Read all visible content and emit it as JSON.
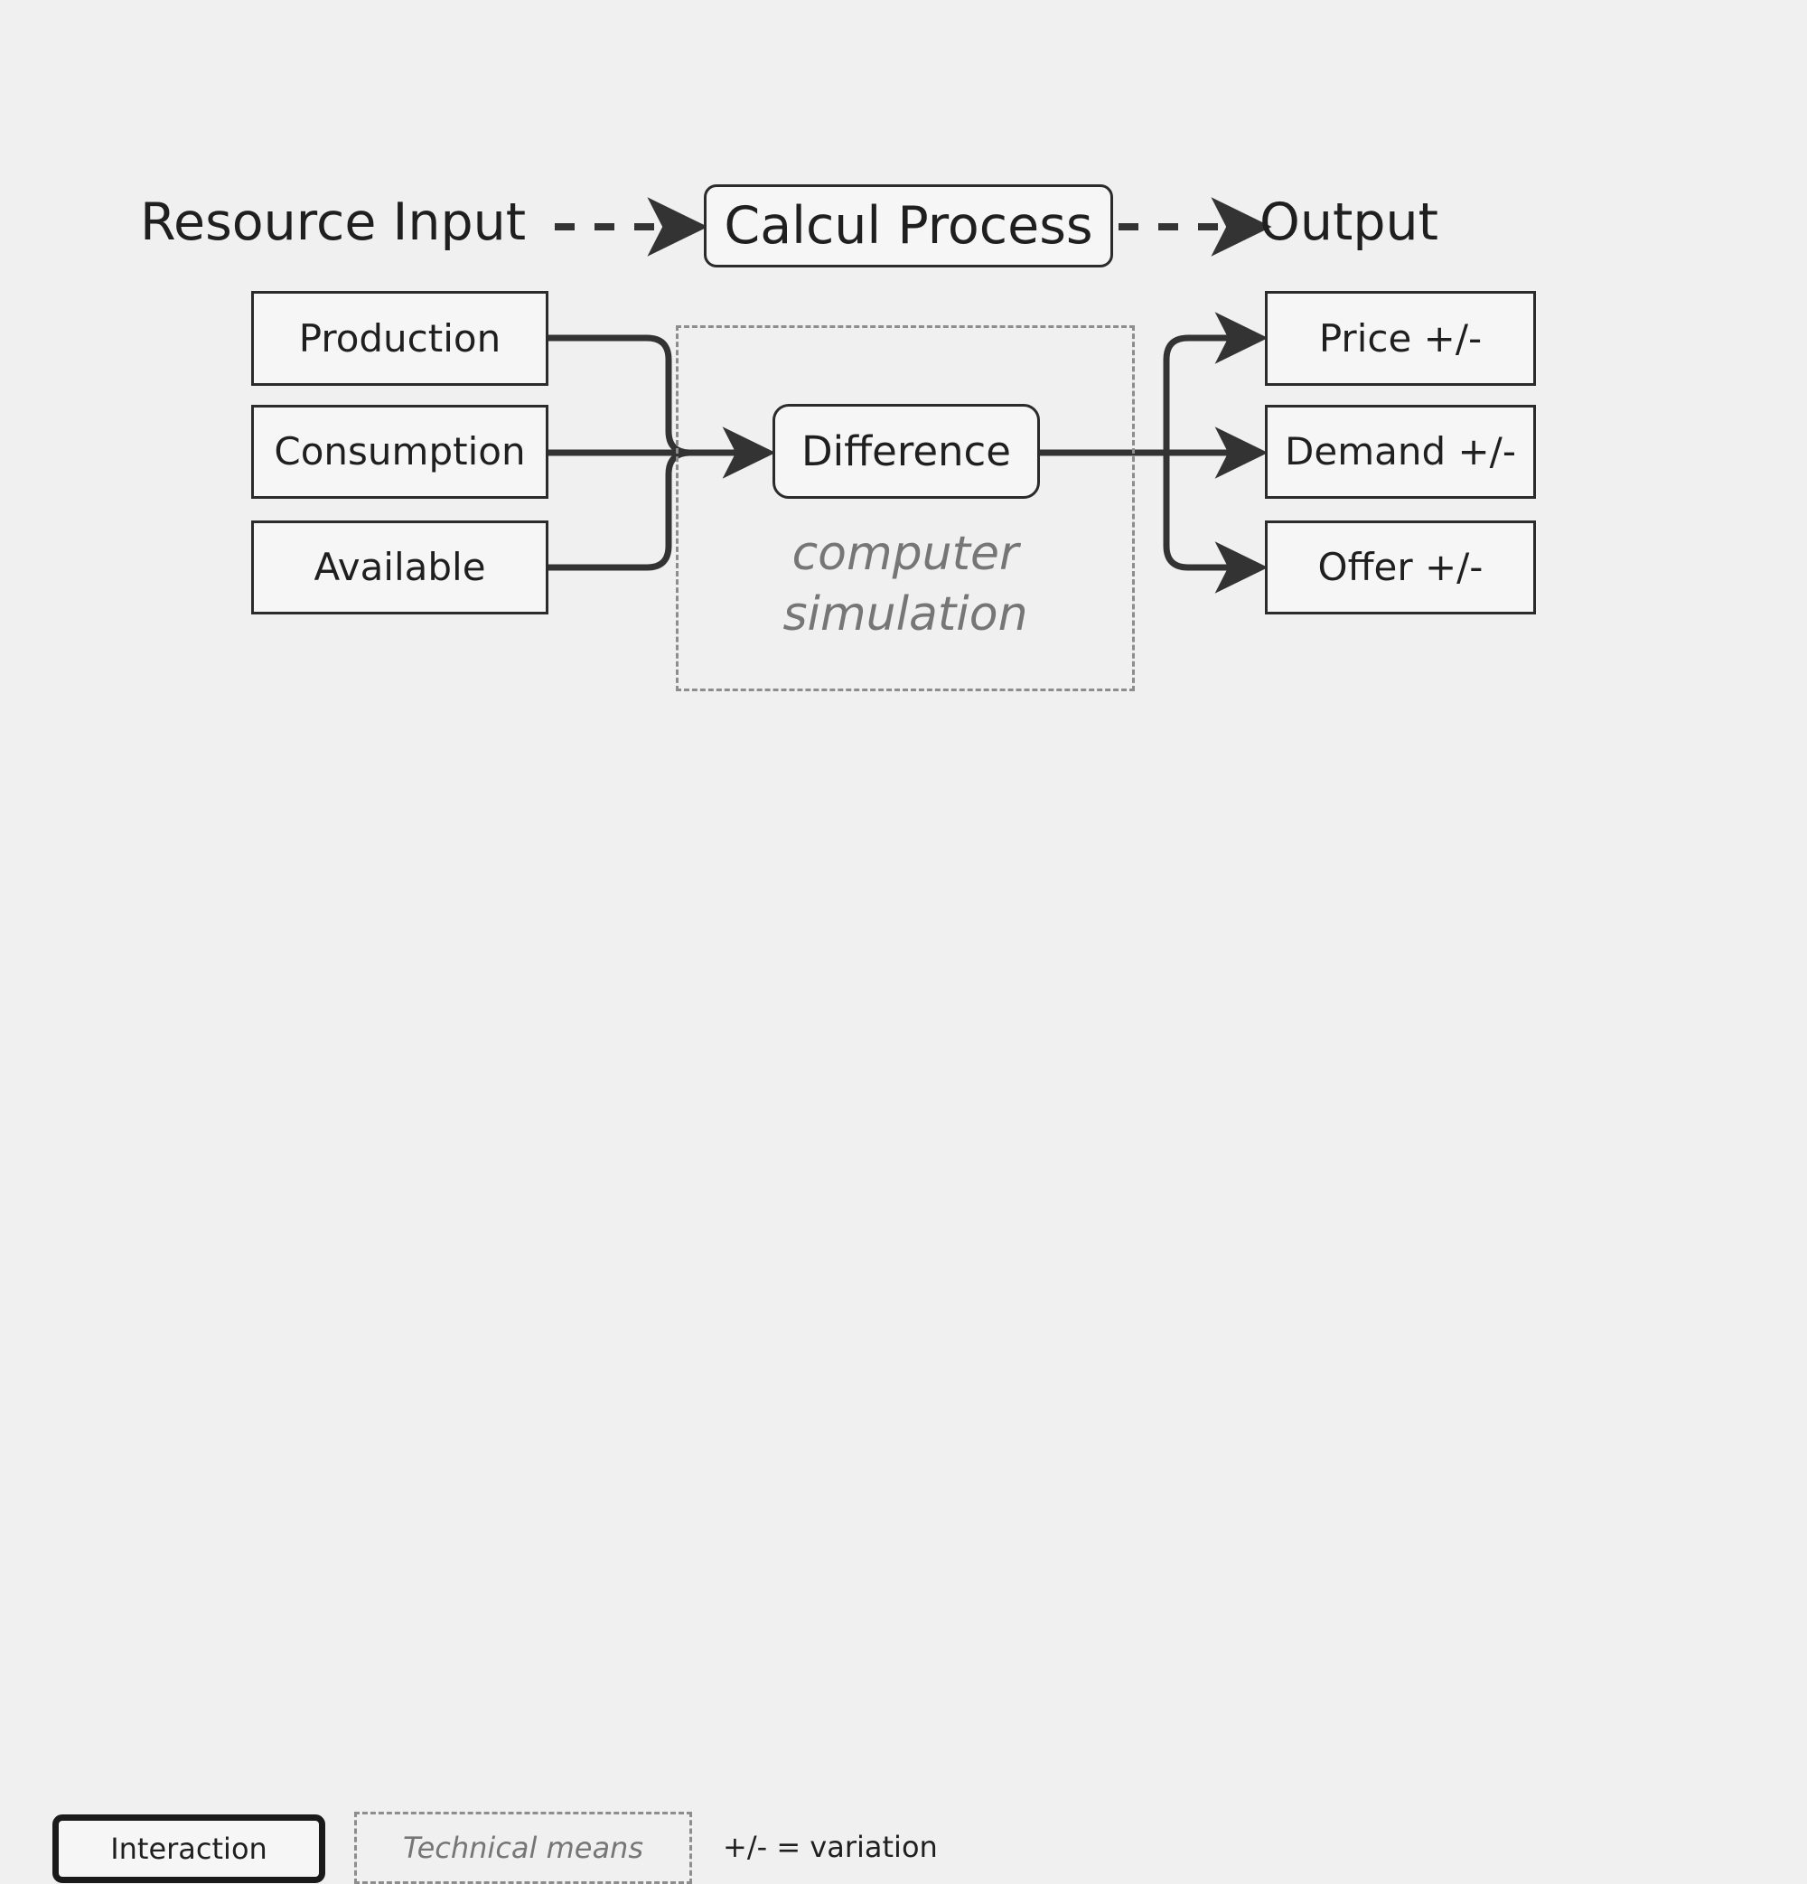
{
  "canvas": {
    "background": "#f0f0f0",
    "stroke": "#333333",
    "node_border": "#2b2b2b",
    "node_fill": "#f6f6f6",
    "muted": "#767676",
    "dashed_border": "#8d8d8d"
  },
  "header": {
    "input_label": "Resource Input",
    "process_label": "Calcul Process",
    "output_label": "Output"
  },
  "inputs": [
    {
      "label": "Production"
    },
    {
      "label": "Consumption"
    },
    {
      "label": "Available"
    }
  ],
  "process": {
    "node_label": "Difference",
    "caption": "computer\nsimulation"
  },
  "outputs": [
    {
      "label": "Price +/-"
    },
    {
      "label": "Demand +/-"
    },
    {
      "label": "Offer +/-"
    }
  ],
  "legend": {
    "interaction_label": "Interaction",
    "technical_means_label": "Technical means",
    "variation_note": "+/- = variation"
  }
}
